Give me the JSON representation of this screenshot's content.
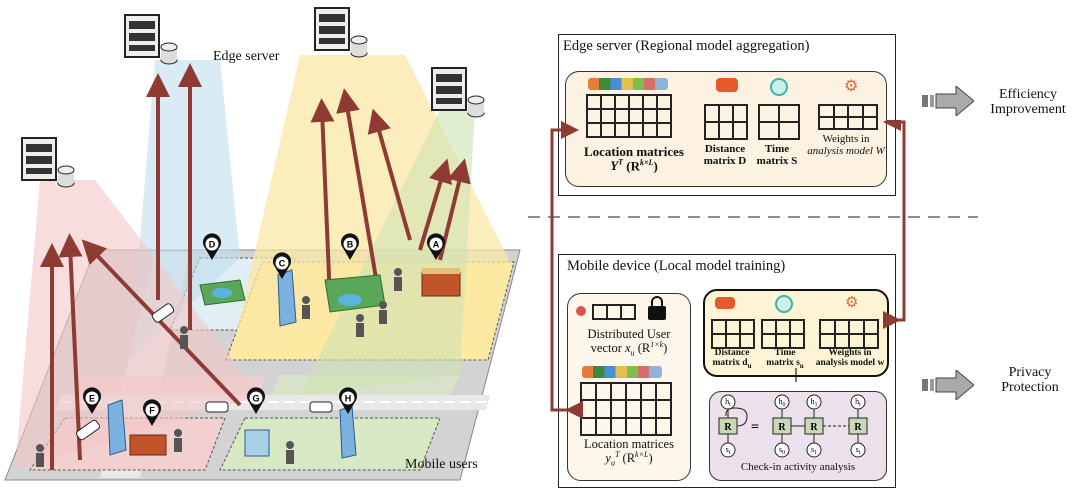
{
  "left_scene": {
    "edge_server_label": "Edge server",
    "mobile_users_label": "Mobile users",
    "markers": [
      "A",
      "B",
      "C",
      "D",
      "E",
      "F",
      "G",
      "H"
    ]
  },
  "edge_box": {
    "title": "Edge server  (Regional model aggregation)",
    "location_matrices_line1": "Location matrices",
    "location_matrices_line2": "Y",
    "location_matrices_sup": "T",
    "location_matrices_dim": "(R",
    "location_matrices_dim_sup": "k×L",
    "location_matrices_close": ")",
    "distance_line1": "Distance",
    "distance_line2": "matrix D",
    "time_line1": "Time",
    "time_line2": "matrix S",
    "weights_line1": "Weights in",
    "weights_line2": "analysis model W"
  },
  "device_box": {
    "title": "Mobile device (Local model training)",
    "user_vector_line1": "Distributed User",
    "user_vector_line2": "vector x",
    "user_vector_sub": "u",
    "user_vector_dim": " (R",
    "user_vector_dim_sup": "1×k",
    "user_vector_close": ")",
    "loc_line1": "Location matrices",
    "loc_line2": "y",
    "loc_sub": "u",
    "loc_sup": "T",
    "loc_dim": " (R",
    "loc_dim_sup": "k×L",
    "loc_close": ")",
    "distance_line1": "Distance",
    "distance_line2": "matrix d",
    "distance_sub": "u",
    "time_line1": "Time",
    "time_line2": "matrix s",
    "time_sub": "u",
    "weights_line1": "Weights in",
    "weights_line2": "analysis model w",
    "rnn_caption": "Check-in activity analysis",
    "rnn_cell": "R",
    "rnn_equals": "=",
    "rnn_h": [
      "h",
      "h",
      "h",
      "h"
    ],
    "rnn_h_sub": [
      "t",
      "0",
      "1",
      "t"
    ],
    "rnn_s": [
      "s",
      "s",
      "s",
      "s"
    ],
    "rnn_s_sub": [
      "t",
      "0",
      "1",
      "t"
    ]
  },
  "outputs": {
    "efficiency_line1": "Efficiency",
    "efficiency_line2": "Improvement",
    "privacy_line1": "Privacy",
    "privacy_line2": "Protection"
  },
  "colors": {
    "arrow": "#8e3b33",
    "beam_blue": "#bfe0ee",
    "beam_yellow": "#fbe7a6",
    "beam_green": "#cfe3b3",
    "beam_pink": "#f2c6c6",
    "panel_fill": "#fdf1e2",
    "rnn_fill": "#ece0ea",
    "device_top_fill": "#fdf4d6"
  }
}
